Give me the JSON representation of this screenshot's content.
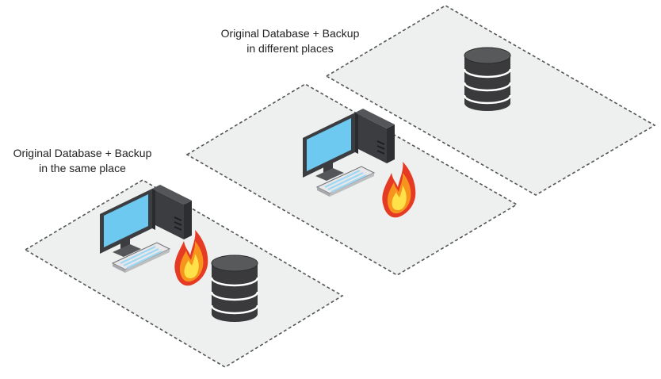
{
  "captions": {
    "same_place": {
      "line1": "Original Database + Backup",
      "line2": "in the same place"
    },
    "different_places": {
      "line1": "Original Database + Backup",
      "line2": "in different places"
    }
  },
  "colors": {
    "zone_fill": "#eeefef",
    "zone_border": "#555555",
    "screen": "#6ec9f1",
    "monitor_dark": "#3c3d40",
    "database_dark": "#3a3a3c",
    "flame_outer": "#e53a24",
    "flame_mid": "#f7941d",
    "flame_inner": "#ffe14a"
  },
  "icons": [
    "computer-icon",
    "fire-icon",
    "database-icon"
  ]
}
